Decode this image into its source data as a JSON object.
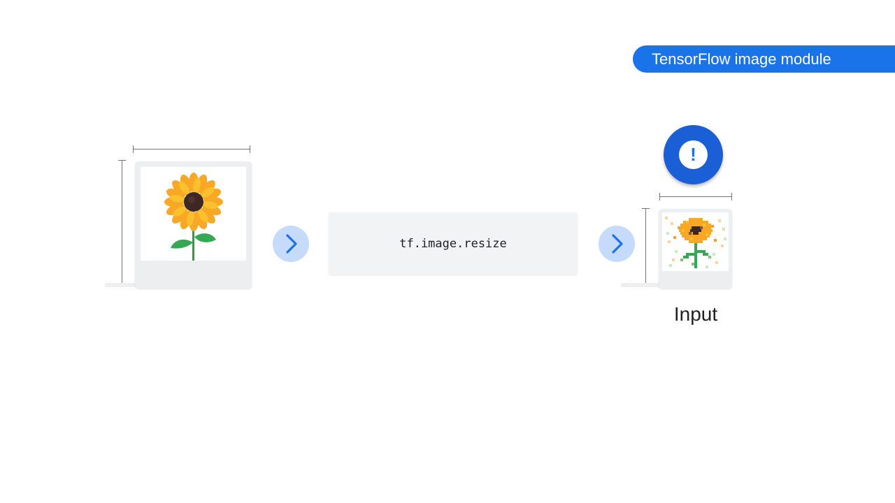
{
  "header": {
    "module_label": "TensorFlow image module"
  },
  "pipeline": {
    "operation": "tf.image.resize",
    "output_label": "Input",
    "alert_symbol": "!"
  },
  "colors": {
    "accent_blue": "#1a73e8",
    "arrow_circle": "#c6dafc",
    "card_bg": "#eceef0",
    "op_box_bg": "#f1f3f4"
  },
  "icons": {
    "arrow": "chevron-right-icon",
    "alert": "exclamation-icon",
    "source_image": "sunflower-image",
    "resized_image": "pixelated-sunflower-image"
  }
}
